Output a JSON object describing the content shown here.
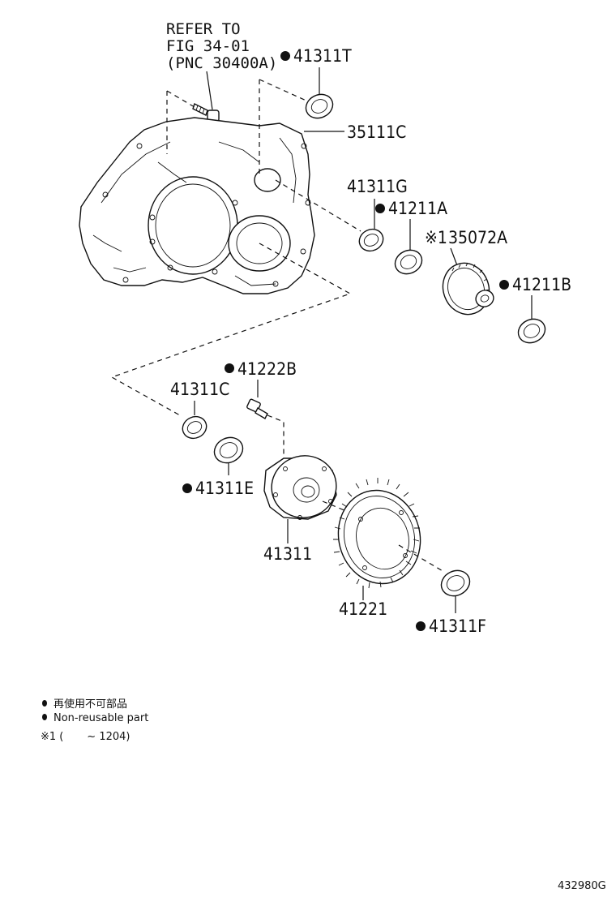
{
  "refer": {
    "line1": "REFER TO",
    "line2": "FIG 34-01",
    "line3": "(PNC 30400A)"
  },
  "labels": {
    "p41311T": "41311T",
    "p35111C": "35111C",
    "p41311G": "41311G",
    "p41211A": "41211A",
    "p35072A": "35072A",
    "p35072A_prefix": "※1",
    "p41211B": "41211B",
    "p41222B": "41222B",
    "p41311C": "41311C",
    "p41311E": "41311E",
    "p41311": "41311",
    "p41221": "41221",
    "p41311F": "41311F"
  },
  "legend": {
    "line1": "再使用不可部品",
    "line2": "Non-reusable part",
    "line3": "※1 (       ~ 1204)"
  },
  "figure_id": "432980G"
}
